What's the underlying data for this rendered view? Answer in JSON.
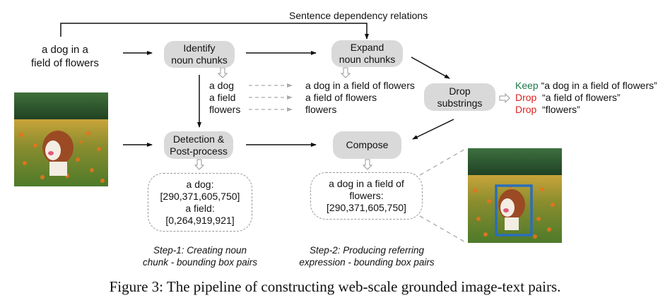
{
  "input_text": {
    "line1": "a dog in a",
    "line2": "field of flowers"
  },
  "dependency_label": "Sentence dependency relations",
  "nodes": {
    "identify": {
      "line1": "Identify",
      "line2": "noun chunks"
    },
    "expand": {
      "line1": "Expand",
      "line2": "noun chunks"
    },
    "drop": {
      "line1": "Drop",
      "line2": "substrings"
    },
    "detection": {
      "line1": "Detection &",
      "line2": "Post-process"
    },
    "compose": {
      "line1": "Compose"
    }
  },
  "noun_chunks": [
    "a dog",
    "a field",
    "flowers"
  ],
  "expanded_chunks": [
    "a dog in a field of flowers",
    "a field of flowers",
    "flowers"
  ],
  "drop_results": [
    {
      "action": "Keep",
      "text": "“a dog in a field of flowers”",
      "color": "#1e7a4a"
    },
    {
      "action": "Drop",
      "text": "“a field of flowers”",
      "color": "#e02020"
    },
    {
      "action": "Drop",
      "text": "“flowers”",
      "color": "#e02020"
    }
  ],
  "detection_output": {
    "l1": "a dog:",
    "l2": "[290,371,605,750]",
    "l3": "a field:",
    "l4": "[0,264,919,921]"
  },
  "compose_output": {
    "l1": "a dog in a field of",
    "l2": "flowers:",
    "l3": "[290,371,605,750]"
  },
  "steps": {
    "step1": {
      "l1": "Step-1: Creating noun",
      "l2": "chunk - bounding box pairs"
    },
    "step2": {
      "l1": "Step-2: Producing referring",
      "l2": "expression - bounding box pairs"
    }
  },
  "images": {
    "input": "dog-in-flower-field-photo",
    "output": "dog-photo-with-bounding-box",
    "bbox_color": "#2a6ebb"
  },
  "figure_caption": "Figure 3: The pipeline of constructing web-scale grounded image-text pairs."
}
